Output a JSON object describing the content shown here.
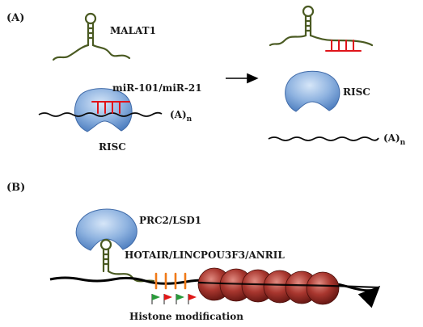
{
  "panel_a": {
    "label": "(A)",
    "lncrna_label": "MALAT1",
    "mirna_label": "miR-101/miR-21",
    "polya_label": "(A)",
    "polya_sub": "n",
    "risc_label_left": "RISC",
    "risc_label_right": "RISC",
    "polya_label_right": "(A)",
    "polya_sub_right": "n"
  },
  "panel_b": {
    "label": "(B)",
    "complex_label": "PRC2/LSD1",
    "lncrna_label": "HOTAIR/LINCPOU3F3/ANRIL",
    "modification_label": "Histone modification"
  },
  "colors": {
    "rna_green": "#4a5a22",
    "mirna_red": "#e0141a",
    "mrna_black": "#0a0a0a",
    "risc_blue": "#5b8fcc",
    "mark_orange": "#f07a18",
    "flag_green": "#2a9a3a",
    "flag_red": "#e01818",
    "nucleosome_red": "#8e2a24"
  }
}
